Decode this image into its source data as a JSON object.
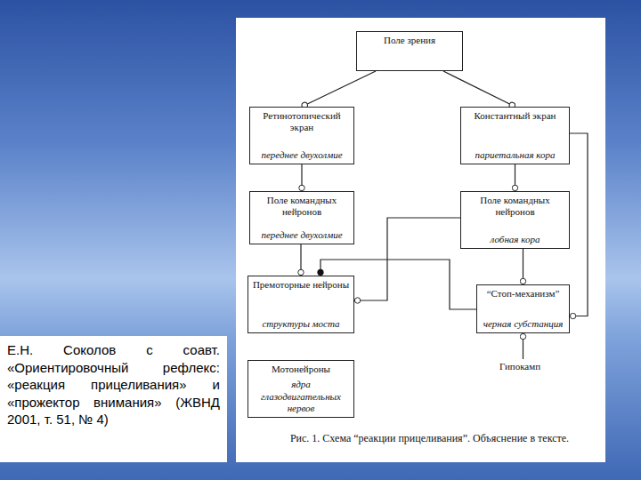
{
  "diagram": {
    "caption": "Рис. 1. Схема “реакции прицеливания”. Объяснение в тексте.",
    "nodes": [
      {
        "text": [
          "Поле зрения"
        ]
      },
      {
        "text": [
          "Ретинотопический экран",
          "переднее двухолмие"
        ]
      },
      {
        "text": [
          "Константный экран",
          "париетальная кора"
        ]
      },
      {
        "text": [
          "Поле командных нейронов",
          "переднее двухолмие"
        ]
      },
      {
        "text": [
          "Поле командных нейронов",
          "лобная кора"
        ]
      },
      {
        "text": [
          "Премоторные нейроны",
          "структуры моста"
        ]
      },
      {
        "text": [
          "“Стоп-механизм”",
          "черная субстанция"
        ]
      },
      {
        "text": [
          "Мотонейроны",
          "ядра глазодвигательных нервов"
        ]
      },
      {
        "text": [
          "Гипокамп"
        ]
      },
      {
        "text": [
          "Е.Н. Соколов с соавт. «Ориентировочный рефлекс: «реакция прицеливания» и «прожектор внимания» (ЖВНД 2001, т. 51, № 4)"
        ]
      }
    ],
    "edges": [
      {
        "from": 0,
        "to": 1,
        "arrow": "to"
      },
      {
        "from": 0,
        "to": 2,
        "arrow": "to"
      },
      {
        "from": 1,
        "to": 3,
        "arrow": "to"
      },
      {
        "from": 2,
        "to": 4,
        "arrow": "to"
      },
      {
        "from": 2,
        "to": 6,
        "arrow": "to"
      },
      {
        "from": 3,
        "to": 5,
        "arrow": "to"
      },
      {
        "from": 4,
        "to": 5,
        "arrow": "to"
      },
      {
        "from": 4,
        "to": 6,
        "arrow": "to"
      },
      {
        "from": 6,
        "to": 5,
        "arrow": "to"
      },
      {
        "from": 8,
        "to": 6,
        "arrow": "to"
      }
    ]
  }
}
